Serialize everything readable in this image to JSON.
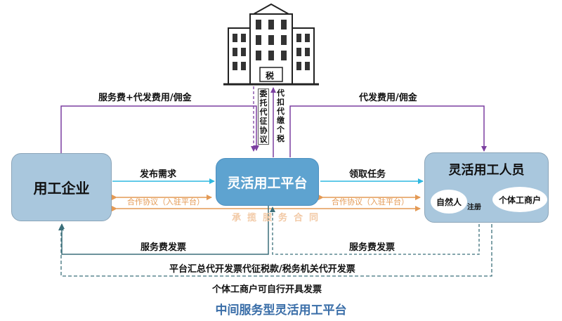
{
  "nodes": {
    "enterprise": "用工企业",
    "platform": "灵活用工平台",
    "workers": "灵活用工人员",
    "natural_person": "自然人",
    "individual_business": "个体工商户",
    "register": "注册",
    "tax_building_sign": "税"
  },
  "edges": {
    "service_fee_top": "服务费+代发费用/佣金",
    "payout_top": "代发费用/佣金",
    "entrust_tax": "委托代征协议",
    "withhold_tax": "代扣代缴个税",
    "publish_demand": "发布需求",
    "claim_task": "领取任务",
    "coop_left": "合作协议（入驻平台）",
    "coop_right": "合作协议（入驻平台）",
    "contract": "承揽服务合同",
    "invoice_left": "服务费发票",
    "invoice_right": "服务费发票",
    "summary_invoice": "平台汇总代开发票代征税款/税务机关代开发票",
    "self_invoice": "个体工商户可自行开具发票"
  },
  "caption": "中间服务型灵活用工平台",
  "colors": {
    "purple": "#7b3fa0",
    "cyan": "#2fb8e0",
    "orange": "#e49a55",
    "teal": "#3b6f7a",
    "box_fill": "#a9c7dd",
    "platform_fill": "#5ea3d0",
    "caption": "#3a6ea8"
  }
}
